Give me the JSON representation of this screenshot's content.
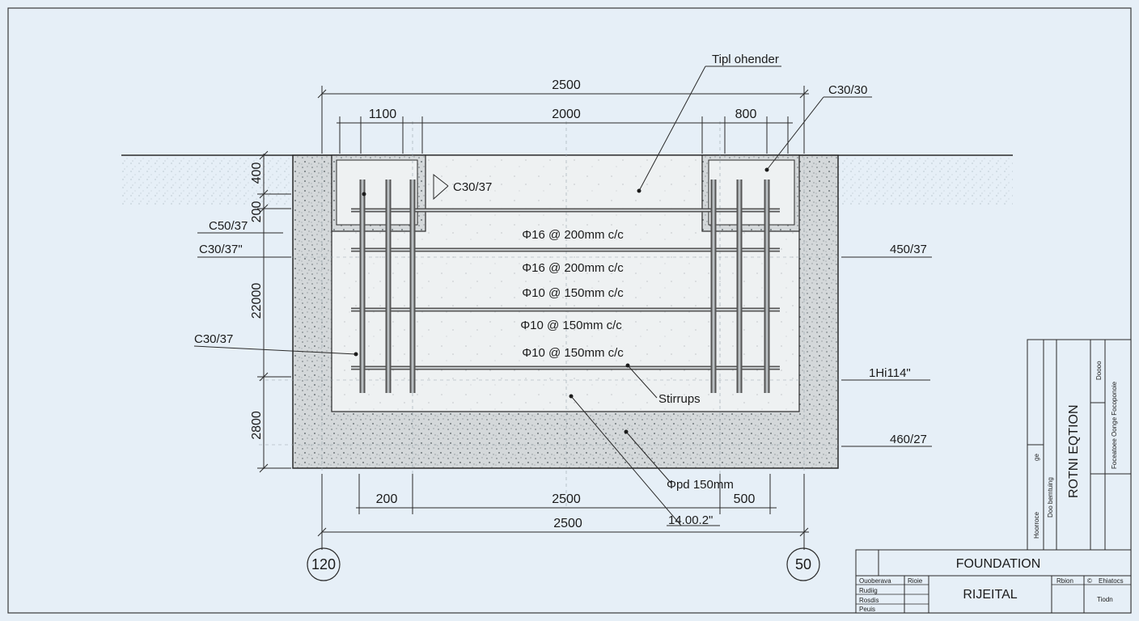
{
  "top_dims": {
    "overall": "2500",
    "left_segment": "1100",
    "middle_segment": "2000",
    "right_segment": "800"
  },
  "left_dims": {
    "d1": "400",
    "d2": "200",
    "d3": "22000",
    "d4": "2800"
  },
  "bottom_dims": {
    "left": "200",
    "middle": "2500",
    "right": "500",
    "overall": "2500"
  },
  "labels": {
    "top_callout": "Tipl ohender",
    "top_right_callout": "C30/30",
    "inner_callout": "C30/37",
    "left_1": "C50/37",
    "left_2": "C30/37\"",
    "left_3": "C30/37",
    "right_1": "450/37",
    "right_2": "1Hi114\"",
    "right_3": "460/27",
    "rebar_1": "Φ16 @ 200mm c/c",
    "rebar_2": "Φ16 @ 200mm c/c",
    "rebar_3": "Φ10 @ 150mm c/c",
    "rebar_4": "Φ10 @ 150mm c/c",
    "rebar_5": "Φ10 @ 150mm c/c",
    "stirrups": "Stirrups",
    "bottom_callout_1": "Φpd 150mm",
    "bottom_callout_2": "14.00.2\""
  },
  "grid_bubbles": {
    "left": "120",
    "right": "50"
  },
  "title_block": {
    "main_title": "FOUNDATION",
    "sub_title": "RIJEITAL",
    "cell_left_1": "Ouoberava",
    "cell_left_2": "Rioie",
    "cell_left_3": "Rudiig",
    "cell_left_4": "Rosdis",
    "cell_left_5": "Peuis",
    "cell_right_1": "Rbion",
    "cell_right_2": "Ehiatocs",
    "cell_right_3": "Tiodn",
    "cell_right_symbol": "©",
    "side_title": "ROTNI EQTION",
    "side_col_1": "Hoorroce",
    "side_col_1b": "ge",
    "side_col_2": "Doo bemtuing",
    "side_col_3": "Foceatoee Oonge Focoponoie",
    "side_col_3b": "Doooo"
  },
  "colors": {
    "background": "#e6eff7",
    "line": "#2a2a2a",
    "concrete": "#d8dde0",
    "rebar": "#7a7a7a"
  }
}
